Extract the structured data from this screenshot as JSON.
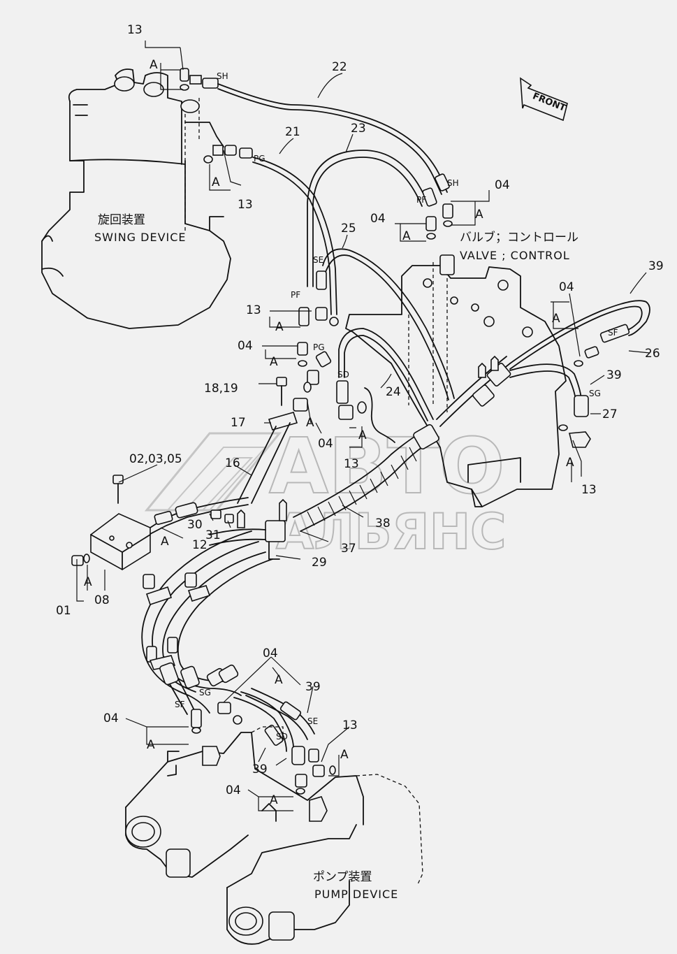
{
  "devices": {
    "swing_jp": "旋回装置",
    "swing_en": "SWING DEVICE",
    "valve_jp": "バルブ；コントロール",
    "valve_en": "VALVE ; CONTROL",
    "pump_jp": "ポンプ装置",
    "pump_en": "PUMP DEVICE",
    "front": "FRONT"
  },
  "watermark": {
    "line1": "АВТО",
    "line2": "АЛЬЯНС"
  },
  "callouts": {
    "c13_a": "13",
    "c13_b": "13",
    "c13_c": "13",
    "c13_d": "13",
    "c13_e": "13",
    "c13_f": "13",
    "c22": "22",
    "c21": "21",
    "c23": "23",
    "c25": "25",
    "c24": "24",
    "c04_a": "04",
    "c04_b": "04",
    "c04_c": "04",
    "c04_d": "04",
    "c04_e": "04",
    "c04_f": "04",
    "c04_g": "04",
    "c04_h": "04",
    "c39_a": "39",
    "c39_b": "39",
    "c39_c": "39",
    "c39_d": "39",
    "c26": "26",
    "c27": "27",
    "c18_19": "18,19",
    "c17": "17",
    "c16": "16",
    "c02_03_05": "02,03,05",
    "c30": "30",
    "c31": "31",
    "c12": "12",
    "c38": "38",
    "c37": "37",
    "c29": "29",
    "c01": "01",
    "c08": "08"
  },
  "ports": {
    "sh1": "SH",
    "sh2": "SH",
    "pg1": "PG",
    "pg2": "PG",
    "pf1": "PF",
    "pf2": "PF",
    "se1": "SE",
    "se2": "SE",
    "sd1": "SD",
    "sd2": "SD",
    "sf1": "SF",
    "sf2": "SF",
    "sg1": "SG",
    "sg2": "SG"
  },
  "a_label": "A"
}
